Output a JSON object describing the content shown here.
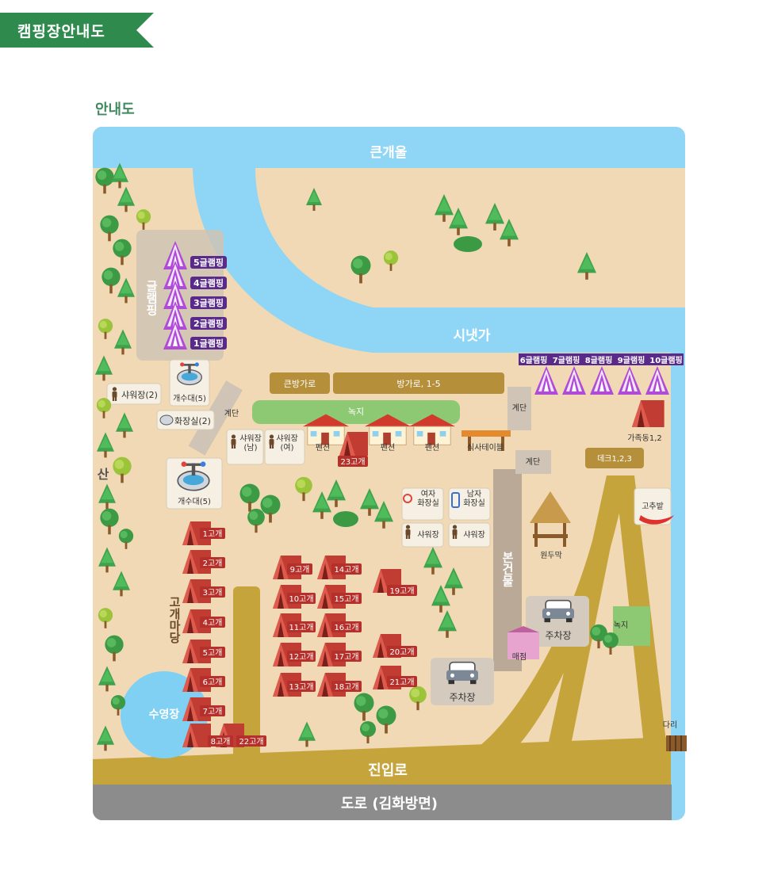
{
  "header": {
    "banner_title": "캠핑장안내도",
    "section_title": "안내도"
  },
  "colors": {
    "banner_green": "#2f8a4e",
    "section_title_green": "#3f8a5e",
    "ground": "#f0d9b4",
    "water": "#7fd0f2",
    "river_band": "#8fd6f6",
    "road_gray": "#8c8c8c",
    "path_gold": "#c6a43c",
    "grass_green": "#8dc873",
    "tent_red": "#d0433a",
    "glamping_purple": "#9b3fc8",
    "label_purple": "#5a2a8a"
  },
  "map": {
    "water": {
      "big_stream": "큰개울",
      "stream": "시냇가",
      "pool": "수영장"
    },
    "roads": {
      "entrance_road": "진입로",
      "main_road": "도로 (김화방면)"
    },
    "areas": {
      "glamping": "글램핑",
      "mountain": "산",
      "tent_yard": "고개마당",
      "main_building": "본건물"
    },
    "glamping_left": [
      "5글램핑",
      "4글램핑",
      "3글램핑",
      "2글램핑",
      "1글램핑"
    ],
    "glamping_right": [
      "6글램핑",
      "7글램핑",
      "8글램핑",
      "9글램핑",
      "10글램핑"
    ],
    "bars": {
      "big_room": "큰방가로",
      "room_row": "방가로, 1-5",
      "green_strip": "녹지"
    },
    "facilities": {
      "shower_2": "샤워장(2)",
      "sink_top": "개수대(5)",
      "toilet_2": "화장실(2)",
      "stairs_left": "계단",
      "shower_men": "샤워장\n(남)",
      "shower_women": "샤워장\n(여)",
      "sink_bottom": "개수대(5)",
      "pension_1": "펜션",
      "pension_2": "펜션",
      "pension_3": "펜션",
      "dining_table": "식사테이블",
      "stairs_right_top": "계단",
      "stairs_right": "계단",
      "family_tent": "가족동1,2",
      "deck": "데크1,2,3",
      "women_toilet": "여자\n화장실",
      "men_toilet": "남자\n화장실",
      "shower_a": "샤워장",
      "shower_b": "샤워장",
      "pavilion": "원두막",
      "pepper_field": "고추밭",
      "parking_right": "주차장",
      "parking_center": "주차장",
      "store": "매점",
      "green_right": "녹지",
      "bridge": "다리"
    },
    "tent_sites_left": [
      "1고개",
      "2고개",
      "3고개",
      "4고개",
      "5고개",
      "6고개",
      "7고개",
      "8고개",
      "22고개"
    ],
    "tent_sites_center": [
      "9고개",
      "10고개",
      "11고개",
      "12고개",
      "13고개",
      "14고개",
      "15고개",
      "16고개",
      "17고개",
      "18고개",
      "19고개",
      "20고개",
      "21고개",
      "23고개"
    ]
  }
}
